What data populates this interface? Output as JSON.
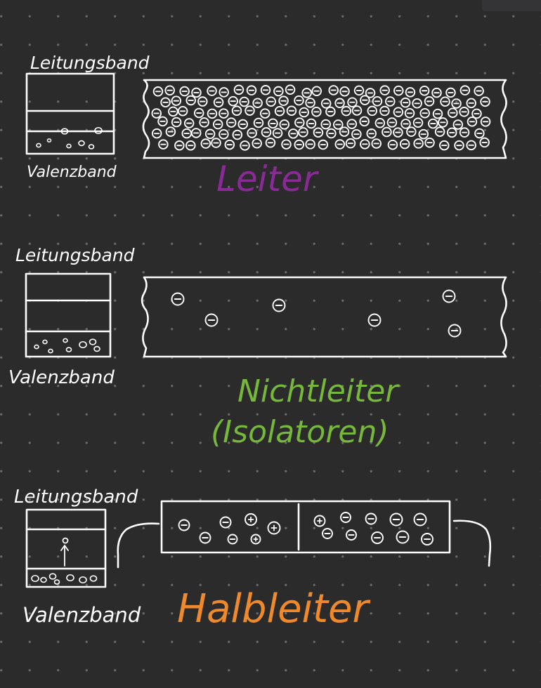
{
  "sections": [
    {
      "band_top_label": "Leitungsband",
      "band_bottom_label": "Valenzband",
      "title": "Leiter",
      "title_color": "#8a2a96"
    },
    {
      "band_top_label": "Leitungsband",
      "band_bottom_label": "Valenzband",
      "title": "Nichtleiter",
      "subtitle": "(Isolatoren)",
      "title_color": "#76b83a"
    },
    {
      "band_top_label": "Leitungsband",
      "band_bottom_label": "Valenzband",
      "title": "Halbleiter",
      "title_color": "#ef8a2c"
    }
  ],
  "electron_symbol": "⊖",
  "hole_symbol": "⊕"
}
